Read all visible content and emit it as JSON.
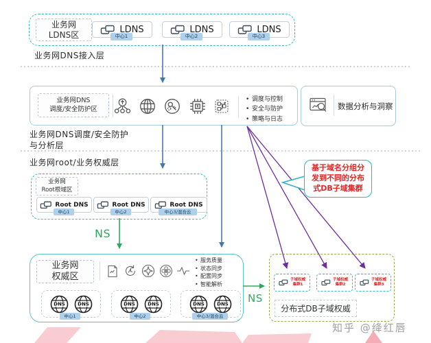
{
  "colors": {
    "teal_border": "#3ab5c6",
    "box_blue_border": "#a9c9e3",
    "arrow_blue": "#4478ad",
    "ns_green": "#2fa75f",
    "arrow_purple": "#6b2f9e",
    "callout_red": "#e02525",
    "badge_bg": "#aed0ea",
    "db_box_olive": "#9aa94d",
    "lips_pink": "#f9ccd2"
  },
  "access": {
    "zone_label": "业务网\nLDNS区",
    "layer_label": "业务网DNS接入层",
    "nodes": [
      {
        "label": "LDNS",
        "badge": "中心1"
      },
      {
        "label": "LDNS",
        "badge": "中心2"
      },
      {
        "label": "LDNS",
        "badge": "中心3"
      }
    ]
  },
  "control": {
    "zone_label": "业务网DNS\n调度/安全防护区",
    "bullets": [
      "调度与控制",
      "安全与防护",
      "策略与日志"
    ],
    "layer_label": "业务网DNS调度/安全防护\n与分析层"
  },
  "analytics": {
    "label": "数据分析与洞察"
  },
  "root_layer_label": "业务网root/业务权威层",
  "root": {
    "zone_label": "业务网\nRoot根域区",
    "nodes": [
      {
        "label": "Root DNS",
        "badge": "中心1"
      },
      {
        "label": "Root DNS",
        "badge": "中心2"
      },
      {
        "label": "Root DNS",
        "badge": "中心3/混合云"
      }
    ]
  },
  "ns": {
    "label": "NS"
  },
  "authority": {
    "zone_label": "业务网\n权威区",
    "bullets": [
      "服务质量",
      "状态同步",
      "配置同步",
      "智能解析"
    ],
    "dns_label": "DNS",
    "groups": [
      {
        "badge": "中心1"
      },
      {
        "badge": "中心2"
      },
      {
        "badge": "中心3/混合云"
      }
    ]
  },
  "db": {
    "clusters": [
      {
        "label": "子域权威\n集群1"
      },
      {
        "label": "子域权威\n集群2"
      },
      {
        "label": "子域权威\n集群3"
      }
    ],
    "label": "分布式DB子域权威"
  },
  "callout": {
    "text": "基于域名分组分\n发到不同的分布\n式DB子域集群"
  },
  "watermark": "知乎 @绛红唇"
}
